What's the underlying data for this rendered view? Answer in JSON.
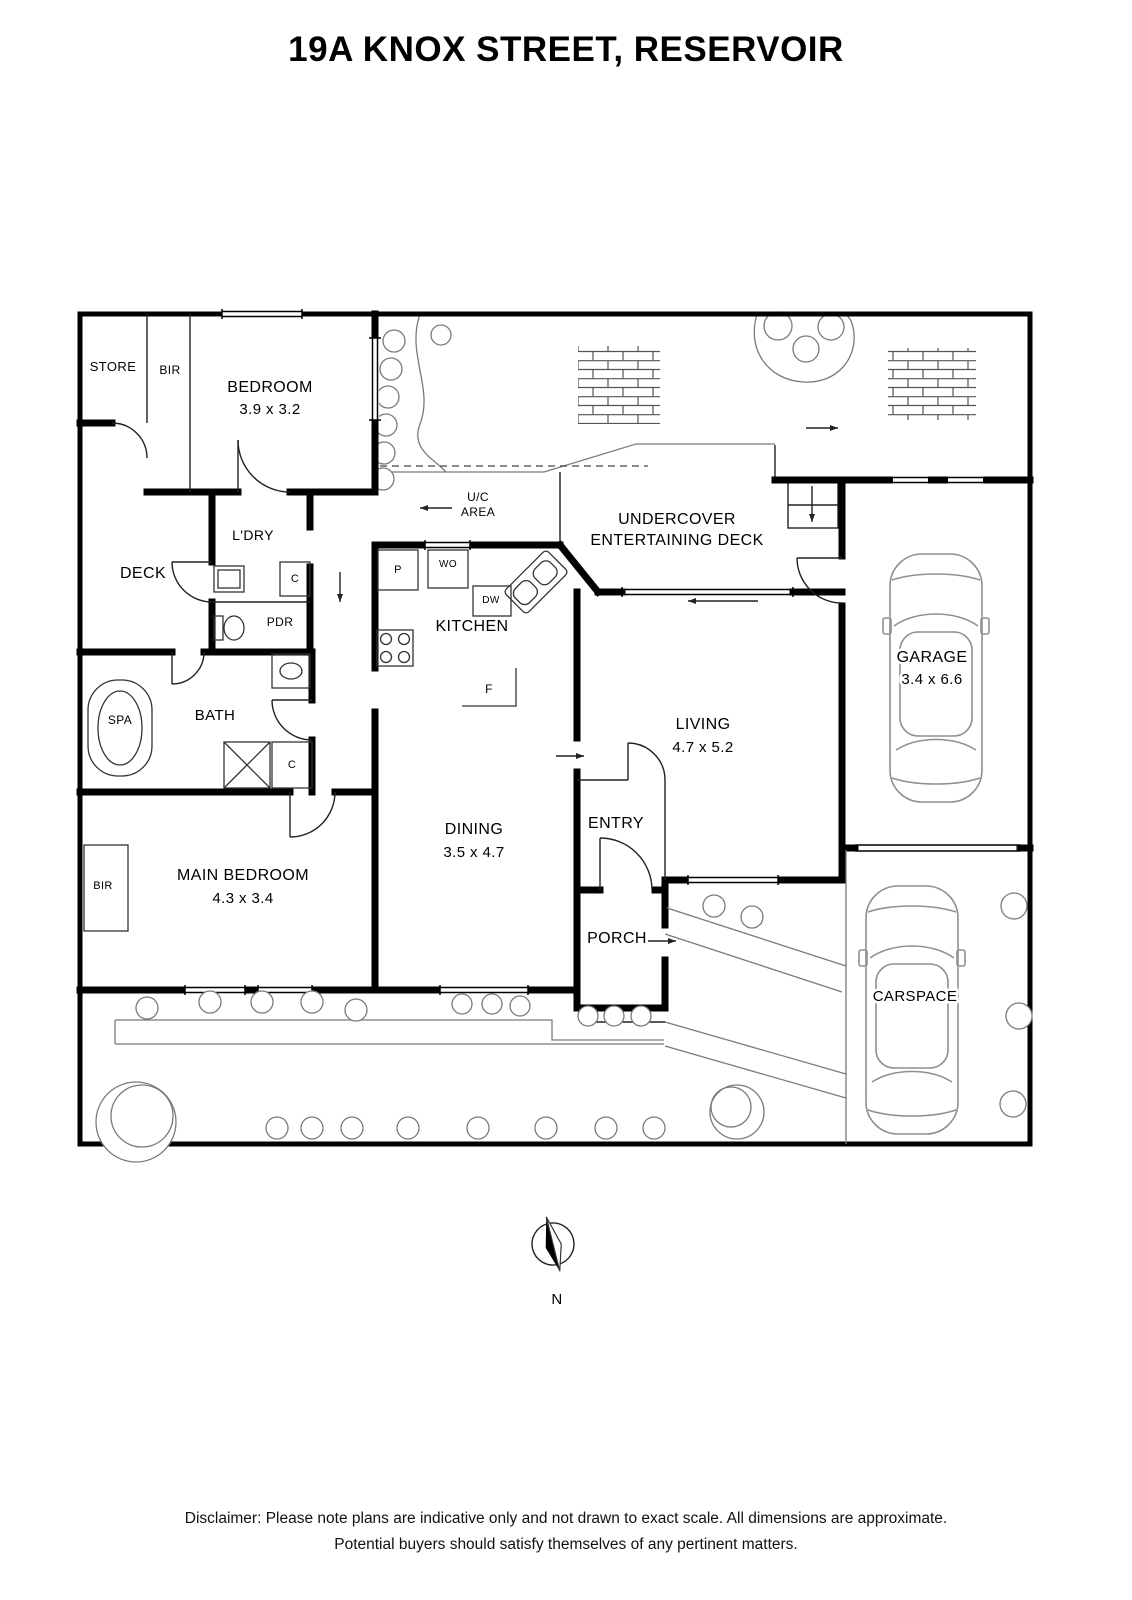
{
  "title": "19A KNOX STREET, RESERVOIR",
  "rooms": {
    "store": "STORE",
    "bir_top": "BIR",
    "bedroom": {
      "name": "BEDROOM",
      "dims": "3.9 x 3.2"
    },
    "deck": "DECK",
    "laundry": "L'DRY",
    "pdr": "PDR",
    "uc_area_line1": "U/C",
    "uc_area_line2": "AREA",
    "undercover_line1": "UNDERCOVER",
    "undercover_line2": "ENTERTAINING DECK",
    "kitchen": "KITCHEN",
    "bath": "BATH",
    "spa": "SPA",
    "garage": {
      "name": "GARAGE",
      "dims": "3.4 x 6.6"
    },
    "living": {
      "name": "LIVING",
      "dims": "4.7 x 5.2"
    },
    "main_bedroom": {
      "name": "MAIN BEDROOM",
      "dims": "4.3 x 3.4"
    },
    "bir_main": "BIR",
    "dining": {
      "name": "DINING",
      "dims": "3.5 x 4.7"
    },
    "entry": "ENTRY",
    "porch": "PORCH",
    "carspace": "CARSPACE"
  },
  "fixtures": {
    "pantry": "P",
    "wall_oven": "WO",
    "dishwasher": "DW",
    "fridge": "F",
    "cupboard_laundry": "C",
    "cupboard_bath": "C"
  },
  "compass": {
    "north_label": "N"
  },
  "disclaimer": {
    "line1": "Disclaimer: Please note plans are indicative only and not drawn to exact scale. All dimensions are approximate.",
    "line2": "Potential buyers should satisfy themselves of any pertinent matters."
  },
  "colors": {
    "wall": "#000000",
    "garden": "#7a7a7a",
    "car": "#8f8f8f"
  }
}
